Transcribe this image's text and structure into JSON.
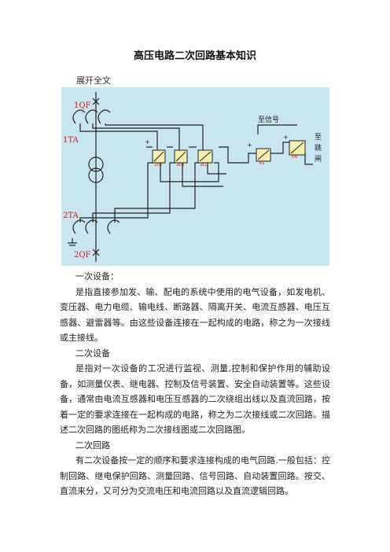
{
  "document": {
    "title": "高压电路二次回路基本知识",
    "expand_label": "展开全文"
  },
  "diagram": {
    "labels": {
      "qf1": "1QF",
      "ta1": "1TA",
      "ta2": "2TA",
      "qf2": "2QF",
      "relay1": "1KD",
      "relay2": "2KD",
      "relay3": "3KD",
      "relay_ks": "KS",
      "relay_km": "KM",
      "to_signal": "至信号",
      "to_trip_1": "至",
      "to_trip_2": "跳",
      "to_trip_3": "闸",
      "plus1": "+",
      "plus2": "+",
      "plus3": "+"
    }
  },
  "sections": {
    "h1": "一次设备：",
    "p1": "是指直接参加发、输、配电的系统中使用的电气设备，如发电机、变压器、电力电缆、输电线、断路器、隔离开关、电流互感器、电压互感器、避雷器等。由这些设备连接在一起构成的电路，称之为一次接线或主接线。",
    "h2": "二次设备",
    "p2": "是指对一次设备的工况进行监视、测量,控制和保护作用的辅助设备，如测量仪表、继电器、控制及信号装置、安全自动装置等。这些设备，通常由电流互感器和电压互感器的二次绕组出线以及直流回路，按着一定的要求连接在一起构成的电路，称之为二次接线或二次回路。描述二次回路的图纸称为二次接线图或二次回路图。",
    "h3": "二次回路",
    "p3": "有二次设备按一定的顺序和要求连接构成的电气回路.一般包括：控制回路、继电保护回路、测量回路、信号回路、自动装置回路。按交、直流来分，又可分为交流电压和电流回路以及直流逻辑回路。"
  }
}
